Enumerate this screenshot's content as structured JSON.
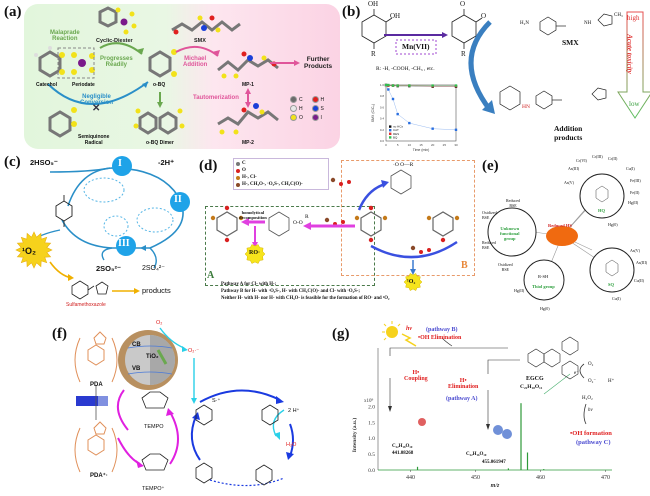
{
  "panels": {
    "a": {
      "label": "(a)",
      "bg_left": "#dff5da",
      "bg_right": "#fbd9e8",
      "malaprade": "Malaprade\nReaction",
      "cyclic_diester": "Cyclic-Diester",
      "progresses": "Progresses\nReadily",
      "smx": "SMX",
      "michael": "Michael\nAddition",
      "further": "Further\nProducts",
      "catechol": "Catechol",
      "periodate": "Periodate",
      "obq": "o-BQ",
      "mp1": "MP-1",
      "negligible": "Negligible\nConversion",
      "tautomerization": "Tautomerization",
      "semiquinone": "Semiquinone\nRadical",
      "obq_dimer": "o-BQ Dimer",
      "mp2": "MP-2",
      "legend": [
        {
          "sym": "C",
          "color": "#6b6b6b"
        },
        {
          "sym": "H",
          "color": "#e02020"
        },
        {
          "sym": "H",
          "color": "#e8e8e8"
        },
        {
          "sym": "S",
          "color": "#1a3fd8"
        },
        {
          "sym": "O",
          "color": "#f2e21a"
        },
        {
          "sym": "I",
          "color": "#7a1a8a"
        }
      ],
      "colors": {
        "green": "#6aa84f",
        "pink": "#e0559a",
        "blue": "#2a8fc8"
      }
    },
    "b": {
      "label": "(b)",
      "oh1": "OH",
      "oh2": "OH",
      "r1": "R",
      "r2": "R",
      "o1": "O",
      "o2": "O",
      "oxidant": "Mn(VII)",
      "r_note": "R:  -H, -COOH, -CH₃ , etc.",
      "smx_formula_left": "H₂N",
      "smx_nh": "NH",
      "smx_ch3": "CH₃",
      "smx_label": "SMX",
      "addition": "Addition\nproducts",
      "hn": "HN",
      "toxicity_high": "high",
      "toxicity_low": "low",
      "toxicity_title": "Acute toxicity"
    },
    "c": {
      "label": "(c)",
      "hso5": "2HSO₅⁻",
      "minus2h": "-2H⁺",
      "node1": "I",
      "node2": "II",
      "node3": "III",
      "so5": "2SO₅²⁻",
      "so4": "2SO₄²⁻",
      "singlet": "¹O₂",
      "sulfa": "Sulfamethoxazole",
      "products": "products",
      "node_color": "#1fa3e8"
    },
    "d": {
      "label": "(d)",
      "legend": [
        {
          "text": "C",
          "color": "#777777"
        },
        {
          "text": "O",
          "color": "#d92020"
        },
        {
          "text": "H-, Cl-",
          "color": "#c47a1a"
        },
        {
          "text": "H-, CH₃O-, ·O₃S-, CH₃C(O)-",
          "color": "#8a4a2a"
        }
      ],
      "homolytical": "homolytical\ndecomposition",
      "oo_r": "O-O",
      "r": "R",
      "oor_top": "·O  O—R",
      "ro": "RO·",
      "o2": "¹O₂",
      "box_a": "A",
      "box_b": "B",
      "notes": [
        "Pathway A for Cl- with H-;",
        "Pathway B for H- with ·O₃S-, H- with CH₃C(O)- and Cl- with ·O₃S-;",
        "Neither H- with H- nor H- with CH₃O- is feasible for the formation of RO· and ¹O₂"
      ]
    },
    "e": {
      "label": "(e)",
      "center": "Reduced HS",
      "hq": "HQ",
      "unknown": "Unknown\nfunctional\ngroup",
      "thiol": "Thiol group",
      "thiol_r": "R-SH",
      "sq": "SQ",
      "reduced_bse": "Reduced\nBSE",
      "oxidized_bse_left": "Oxidized\nBSE",
      "reduced_bse_left": "Reduced\nBSE",
      "oxidized_bse_bottom": "Oxidized\nBSE",
      "metals_hq": [
        "Cr(VI)",
        "Cr(III)",
        "Cr(II)",
        "Cu(I)",
        "Fe(III)",
        "Fe(II)",
        "Hg(II)",
        "Hg(0)",
        "As(III)",
        "As(V)"
      ],
      "metals_sq": [
        "As(V)",
        "As(III)",
        "Cu(II)",
        "Cu(I)"
      ],
      "metals_thiol": [
        "Hg(II)",
        "Hg(0)"
      ]
    },
    "f": {
      "label": "(f)",
      "pda": "PDA",
      "pda_plus": "PDA⁺·",
      "cb": "CB",
      "vb": "VB",
      "tio2": "TiO₂",
      "o2": "O₂",
      "o2_rad": "O₂·⁻",
      "tempo": "TEMPO",
      "tempo_plus": "TEMPO⁺",
      "h2": "2 H⁺",
      "h2o": "H₂O",
      "s_rad": "S·⁺",
      "n_label": "n"
    },
    "g": {
      "label": "(g)",
      "hv": "hν",
      "pathway_b": "(pathway B)",
      "oh_elim": "•OH Elimination",
      "h_coupling": "H•\nCoupling",
      "h_elim": "H•\nElimination",
      "pathway_a": "(pathway A)",
      "egcg": "EGCG",
      "egcg_formula": "C₂₂H₁₈O₁₁",
      "o2": "O₂",
      "e": "e⁻",
      "o2_rad": "O₂⁻",
      "hplus": "H⁺",
      "h2o2": "H₂O₂",
      "oh_form": "•OH formation",
      "pathway_c": "(pathway C)",
      "formula1": "C₂₂H₁₈O₁₀",
      "mass1": "441.08268",
      "formula2": "C₂₂H₁₆O₁₀",
      "mass2": "455.061947"
    }
  },
  "chart_data": [
    {
      "type": "scatter",
      "title": "",
      "xlabel": "Time (min)",
      "ylabel": "SMX (C/C₀)",
      "xlim": [
        0,
        30
      ],
      "ylim": [
        0,
        1.0
      ],
      "x_ticks": [
        0,
        5,
        10,
        15,
        20,
        25,
        30
      ],
      "y_ticks": [
        0.0,
        0.2,
        0.4,
        0.6,
        0.8,
        1.0
      ],
      "legend_position": "bottom-left",
      "series": [
        {
          "name": "no HCs",
          "color": "#111111",
          "x": [
            0,
            1,
            3,
            5,
            10,
            20,
            30
          ],
          "values": [
            1.0,
            0.99,
            0.99,
            0.98,
            0.98,
            0.97,
            0.97
          ]
        },
        {
          "name": "CAT",
          "color": "#2a6fe0",
          "x": [
            0,
            1,
            3,
            5,
            10,
            20,
            30
          ],
          "values": [
            1.0,
            0.92,
            0.75,
            0.48,
            0.32,
            0.22,
            0.2
          ]
        },
        {
          "name": "RES",
          "color": "#e03030",
          "x": [
            0,
            1,
            3,
            5,
            10,
            20,
            30
          ],
          "values": [
            1.0,
            0.99,
            0.99,
            0.99,
            0.99,
            0.98,
            0.98
          ]
        },
        {
          "name": "BQ",
          "color": "#30c050",
          "x": [
            0,
            1,
            3,
            5,
            10,
            20,
            30
          ],
          "values": [
            1.0,
            1.0,
            0.99,
            0.99,
            0.99,
            0.99,
            0.99
          ]
        }
      ]
    },
    {
      "type": "bar",
      "title": "",
      "xlabel": "m/z",
      "ylabel": "Intensity (a.u.)",
      "y_multiplier": "x10⁹",
      "xlim": [
        435,
        471
      ],
      "ylim": [
        0,
        2.2
      ],
      "x_ticks": [
        440,
        450,
        460,
        470
      ],
      "y_ticks": [
        0.0,
        0.5,
        1.0,
        1.5,
        2.0
      ],
      "color": "#2e9a3a",
      "peaks": [
        {
          "x": 441.08,
          "value": 0.1
        },
        {
          "x": 455.06,
          "value": 0.05
        },
        {
          "x": 457.0,
          "value": 2.1
        },
        {
          "x": 458.0,
          "value": 0.55
        },
        {
          "x": 460.5,
          "value": 0.03
        }
      ]
    }
  ]
}
